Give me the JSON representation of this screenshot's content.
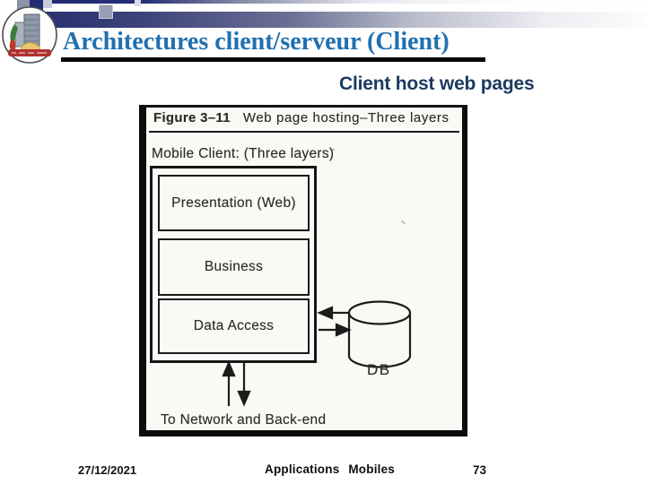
{
  "slide": {
    "title": "Architectures client/serveur (Client)",
    "subtitle": "Client host web pages",
    "figure": {
      "label": "Figure 3–11",
      "caption": "Web page hosting–Three layers",
      "mobile_client_label": "Mobile Client: (Three layers)",
      "layers": [
        {
          "name": "Presentation (Web)"
        },
        {
          "name": "Business"
        },
        {
          "name": "Data Access"
        }
      ],
      "database_label": "DB",
      "network_label": "To Network and Back-end"
    },
    "footer": {
      "date": "27/12/2021",
      "course_name": "Applications Mobiles",
      "page_number": "73"
    },
    "colors": {
      "title_blue": "#2070b0",
      "subtitle_navy": "#1b3a5f",
      "header_bar_navy": "#262f6e",
      "scan_ink": "#1a1a18",
      "scan_paper": "#faf9f6"
    }
  }
}
